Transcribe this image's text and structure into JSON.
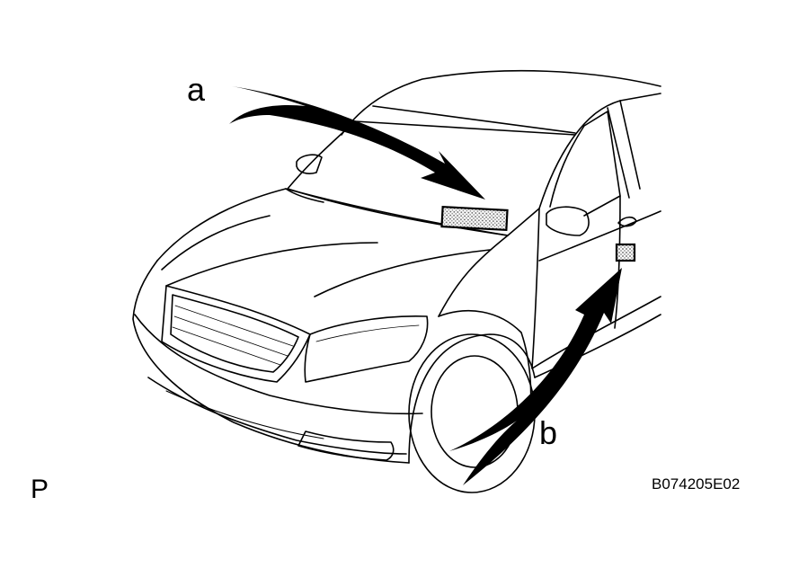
{
  "callouts": {
    "a": "a",
    "b": "b"
  },
  "corner_mark": "P",
  "figure_code": "B074205E02",
  "colors": {
    "line": "#000000",
    "background": "#ffffff",
    "label_fill": "#c9c9c9"
  }
}
